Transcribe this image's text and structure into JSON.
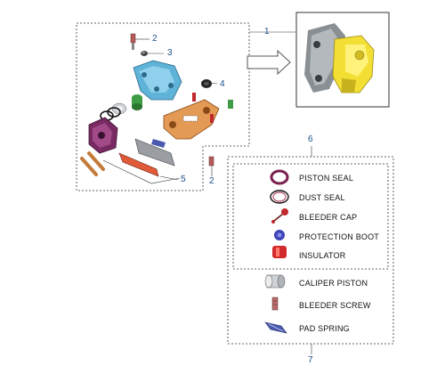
{
  "colors": {
    "callout": "#1a4f8a",
    "frame": "#333333",
    "caliper_body": "#5fb2d8",
    "carrier": "#e39a55",
    "housing_yellow": "#f3df34",
    "piston_seal": "#7a1f4e",
    "bleeder_cap": "#c0282d",
    "protection_boot": "#3d44b8",
    "insulator": "#d22a2a",
    "green_bush": "#3e9c45"
  },
  "callouts": {
    "c1": "1",
    "c2a": "2",
    "c2b": "2",
    "c3": "3",
    "c4": "4",
    "c5": "5",
    "c6": "6",
    "c7": "7"
  },
  "parts": {
    "piston_seal": "PISTON SEAL",
    "dust_seal": "DUST SEAL",
    "bleeder_cap": "BLEEDER CAP",
    "protection_boot": "PROTECTION BOOT",
    "insulator": "INSULATOR",
    "caliper_piston": "CALIPER PISTON",
    "bleeder_screw": "BLEEDER SCREW",
    "pad_spring": "PAD SPRING"
  }
}
